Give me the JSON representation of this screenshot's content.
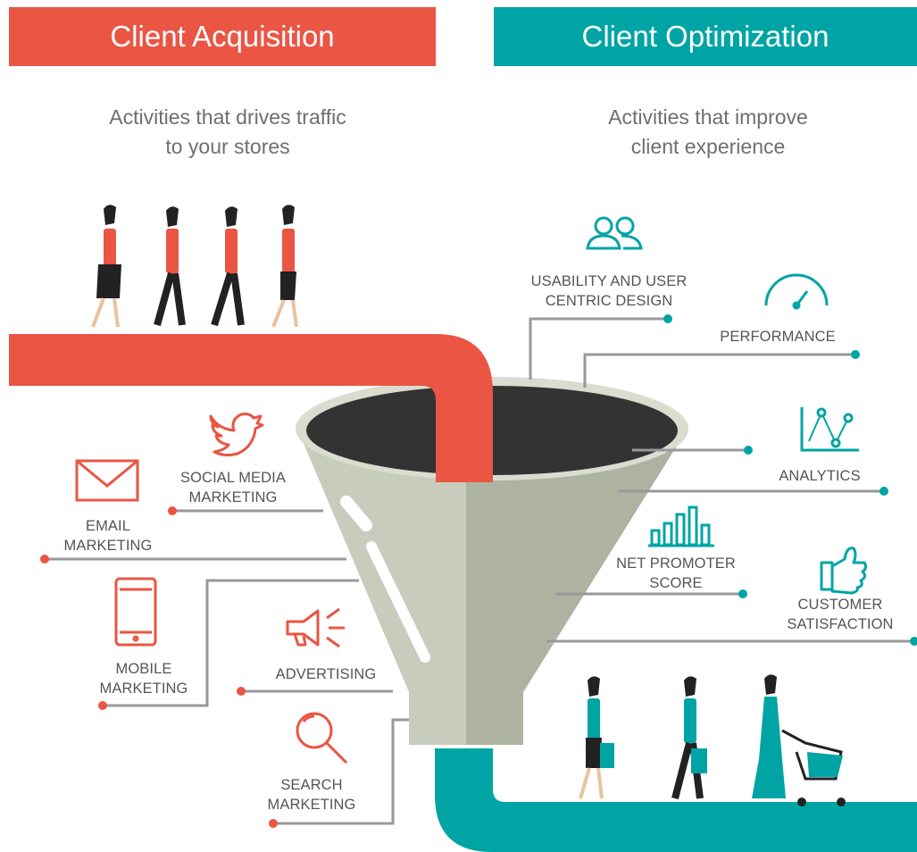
{
  "acquisition": {
    "title": "Client Acquisition",
    "subtitle_line1": "Activities that drives traffic",
    "subtitle_line2": "to your stores",
    "color": "#ea5544",
    "items": [
      {
        "id": "social",
        "icon": "twitter-bird-icon",
        "line1": "SOCIAL MEDIA",
        "line2": "MARKETING"
      },
      {
        "id": "email",
        "icon": "envelope-icon",
        "line1": "EMAIL",
        "line2": "MARKETING"
      },
      {
        "id": "mobile",
        "icon": "smartphone-icon",
        "line1": "MOBILE",
        "line2": "MARKETING"
      },
      {
        "id": "advertising",
        "icon": "megaphone-icon",
        "line1": "ADVERTISING",
        "line2": ""
      },
      {
        "id": "search",
        "icon": "magnifier-icon",
        "line1": "SEARCH",
        "line2": "MARKETING"
      }
    ]
  },
  "optimization": {
    "title": "Client Optimization",
    "subtitle_line1": "Activities that improve",
    "subtitle_line2": "client experience",
    "color": "#00a4a5",
    "items": [
      {
        "id": "usability",
        "icon": "users-icon",
        "line1": "USABILITY AND USER",
        "line2": "CENTRIC DESIGN"
      },
      {
        "id": "performance",
        "icon": "speedometer-icon",
        "line1": "PERFORMANCE",
        "line2": ""
      },
      {
        "id": "analytics",
        "icon": "line-chart-icon",
        "line1": "ANALYTICS",
        "line2": ""
      },
      {
        "id": "nps",
        "icon": "bar-chart-icon",
        "line1": "NET PROMOTER",
        "line2": "SCORE"
      },
      {
        "id": "satisfaction",
        "icon": "thumbs-up-icon",
        "line1": "CUSTOMER",
        "line2": "SATISFACTION"
      }
    ]
  },
  "funnel": {
    "body": "#c8ccbd",
    "shade": "#adb3a0",
    "mouth": "#333333",
    "rim": "#d9dccf"
  }
}
